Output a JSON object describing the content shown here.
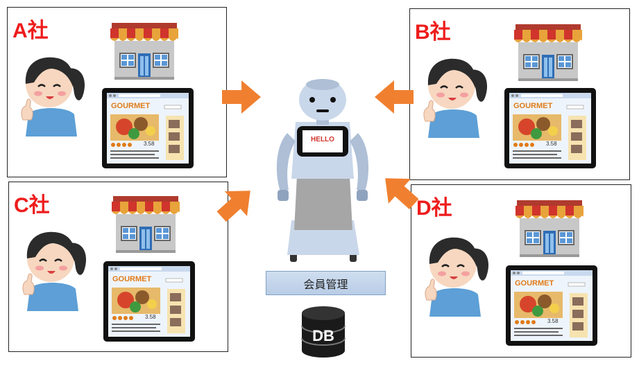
{
  "companies": [
    {
      "id": "a",
      "label": "A社"
    },
    {
      "id": "b",
      "label": "B社"
    },
    {
      "id": "c",
      "label": "C社"
    },
    {
      "id": "d",
      "label": "D社"
    }
  ],
  "tablet": {
    "brand": "GOURMET",
    "rating": "3.58"
  },
  "robot": {
    "screen_text": "HELLO"
  },
  "member_management": "会員管理",
  "database": "DB",
  "colors": {
    "label_red": "#ee1c1c",
    "arrow_orange": "#f08030",
    "member_box_blue": "#c3d5ec"
  }
}
